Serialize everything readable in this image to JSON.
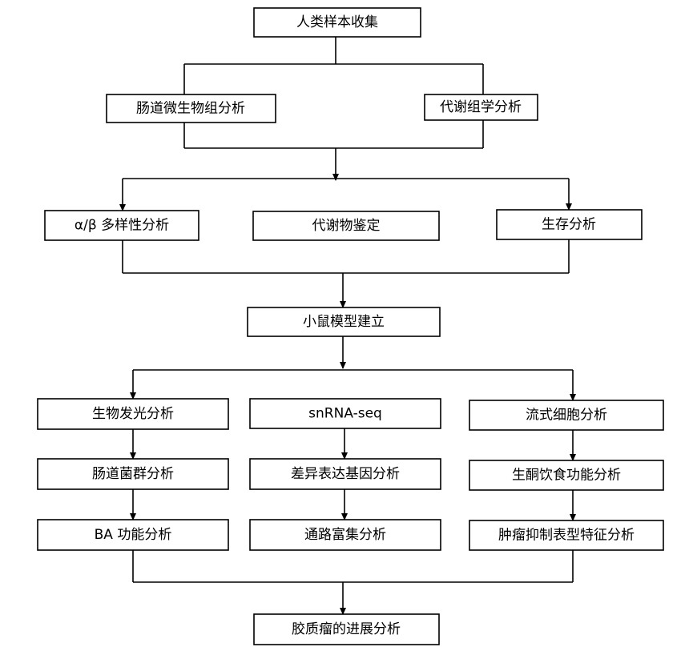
{
  "diagram": {
    "line_color": "#000000",
    "box_fill": "#ffffff",
    "nodes": {
      "human_sample_collection": "人类样本收集",
      "gut_microbiome_analysis": "肠道微生物组分析",
      "metabolomics_analysis": "代谢组学分析",
      "alpha_beta_diversity": "α/β 多样性分析",
      "metabolite_identification": "代谢物鉴定",
      "survival_analysis": "生存分析",
      "mouse_model": "小鼠模型建立",
      "bioluminescence_analysis": "生物发光分析",
      "snrna_seq": "snRNA-seq",
      "flow_cytometry": "流式细胞分析",
      "gut_flora_analysis": "肠道菌群分析",
      "differential_expression": "差异表达基因分析",
      "ketogenic_diet_analysis": "生酮饮食功能分析",
      "ba_function_analysis": "BA 功能分析",
      "pathway_enrichment": "通路富集分析",
      "tumor_suppression_phenotype": "肿瘤抑制表型特征分析",
      "glioma_progression": "胶质瘤的进展分析"
    }
  }
}
